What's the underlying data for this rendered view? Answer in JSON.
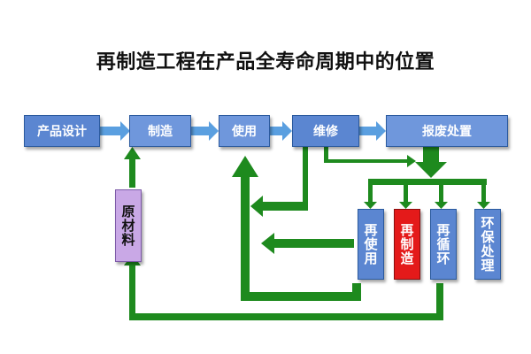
{
  "title": "再制造工程在产品全寿命周期中的位置",
  "colors": {
    "stage_box": "#5b86d1",
    "stage_box_light": "#6f97dc",
    "remanufacture_box": "#e41a1a",
    "raw_material_box": "#c9a8e6",
    "main_arrow": "#1e8a1e",
    "light_arrow": "#5a9fe0"
  },
  "stages": {
    "design": "产品设计",
    "manufacture": "制造",
    "use": "使用",
    "maintenance": "维修",
    "disposal": "报废处置"
  },
  "raw_material": "原材料",
  "end_of_life": {
    "reuse": "再使用",
    "remanufacture": "再制造",
    "recycle": "再循环",
    "environmental": "环保处理"
  }
}
